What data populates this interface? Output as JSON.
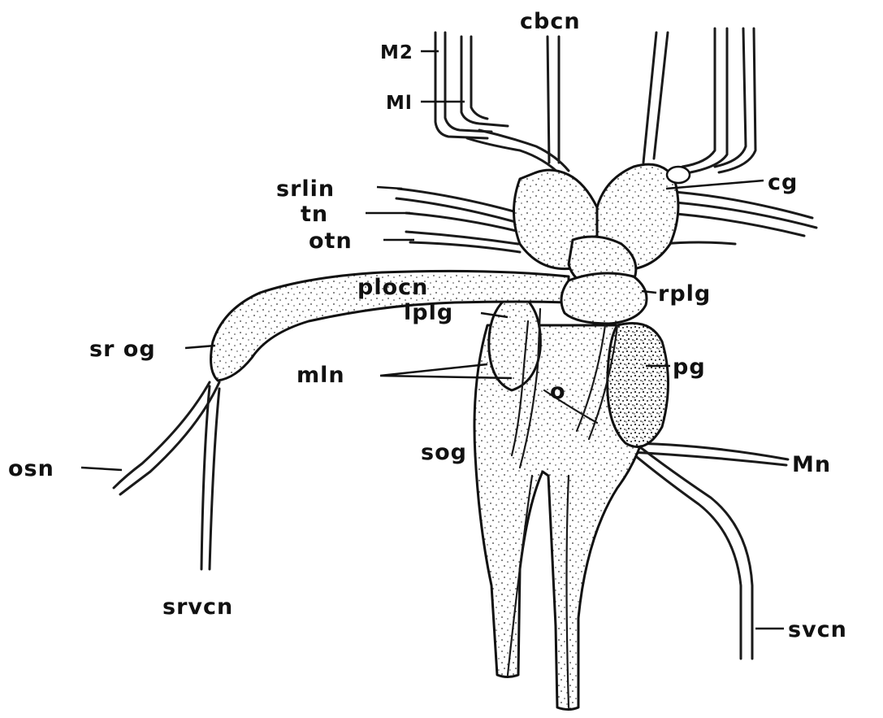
{
  "labels": {
    "cbcn": "cbcn",
    "m2": "M2",
    "m1": "Ml",
    "cg": "cg",
    "srlin": "srlin",
    "tn": "tn",
    "otn": "otn",
    "plocn": "plocn",
    "rplg": "rplg",
    "lplg": "lplg",
    "srog": "sr og",
    "mln": "mln",
    "pg": "pg",
    "o": "o",
    "sog": "sog",
    "mn": "Mn",
    "osn": "osn",
    "srvcn": "srvcn",
    "svcn": "svcn"
  },
  "colors": {
    "ink": "#111111",
    "paper": "#ffffff"
  }
}
